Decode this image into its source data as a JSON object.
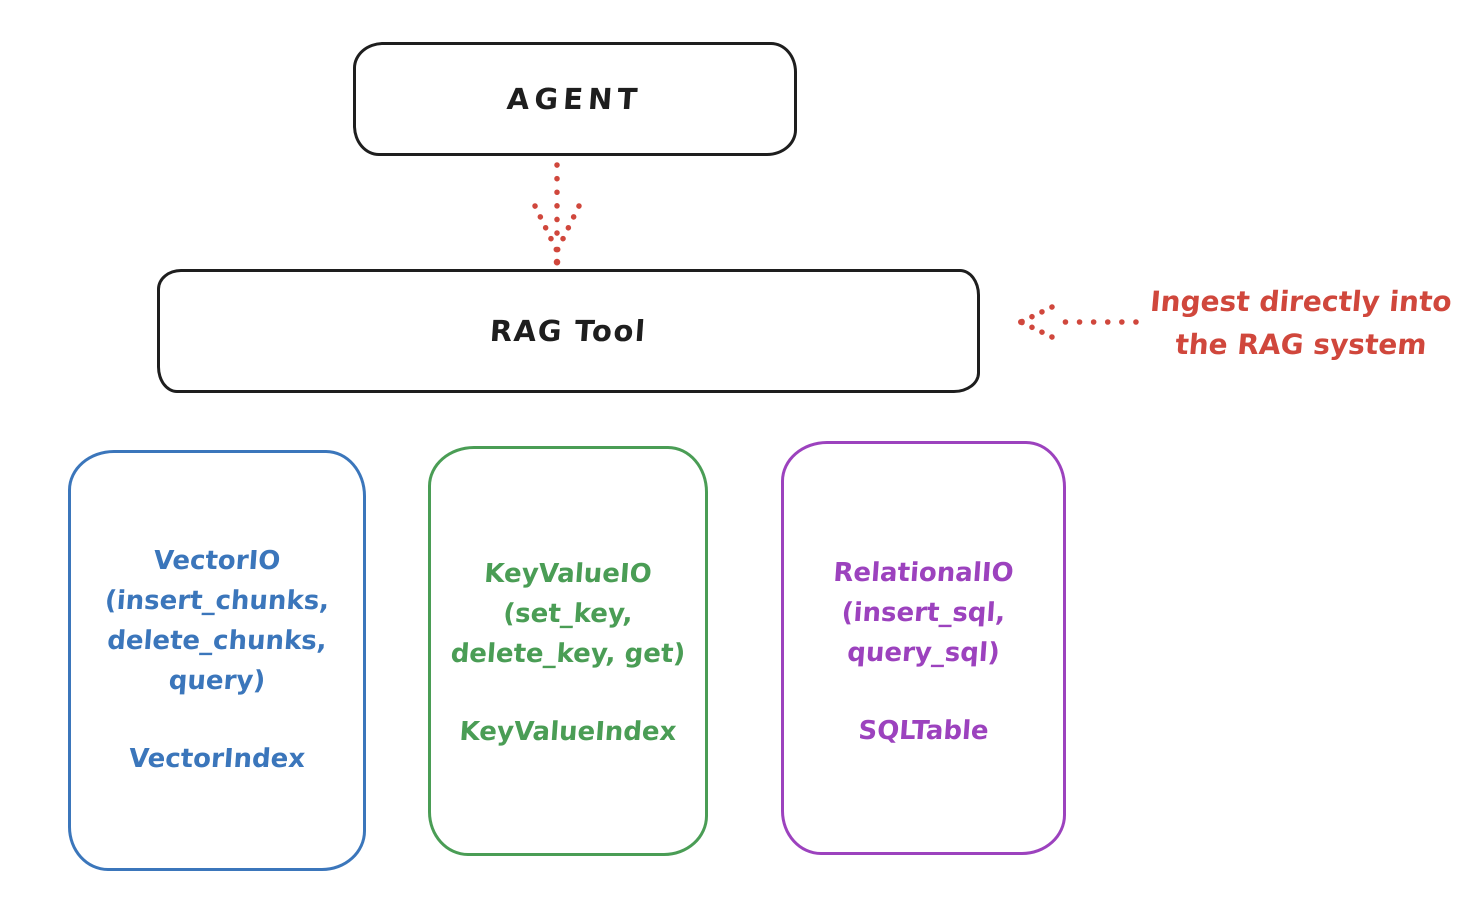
{
  "diagram": {
    "title_hint": "Agent RAG tool storage backends diagram",
    "agent": {
      "label": "AGENT"
    },
    "rag_tool": {
      "label": "RAG Tool"
    },
    "annotation": {
      "line1": "Ingest directly into",
      "line2": "the RAG system"
    },
    "backends": [
      {
        "id": "vector-io",
        "color": "#3b76bb",
        "lines": [
          "VectorIO",
          "(insert_chunks,",
          "delete_chunks,",
          "query)"
        ],
        "footer": "VectorIndex"
      },
      {
        "id": "keyvalue-io",
        "color": "#4a9d55",
        "lines": [
          "KeyValueIO",
          "(set_key,",
          "delete_key, get)"
        ],
        "footer": "KeyValueIndex"
      },
      {
        "id": "relational-io",
        "color": "#9c42be",
        "lines": [
          "RelationalIO",
          "(insert_sql,",
          "query_sql)"
        ],
        "footer": "SQLTable"
      }
    ],
    "colors": {
      "ink": "#1e1e1e",
      "arrow_red": "#d0473c",
      "background": "#ffffff"
    }
  }
}
